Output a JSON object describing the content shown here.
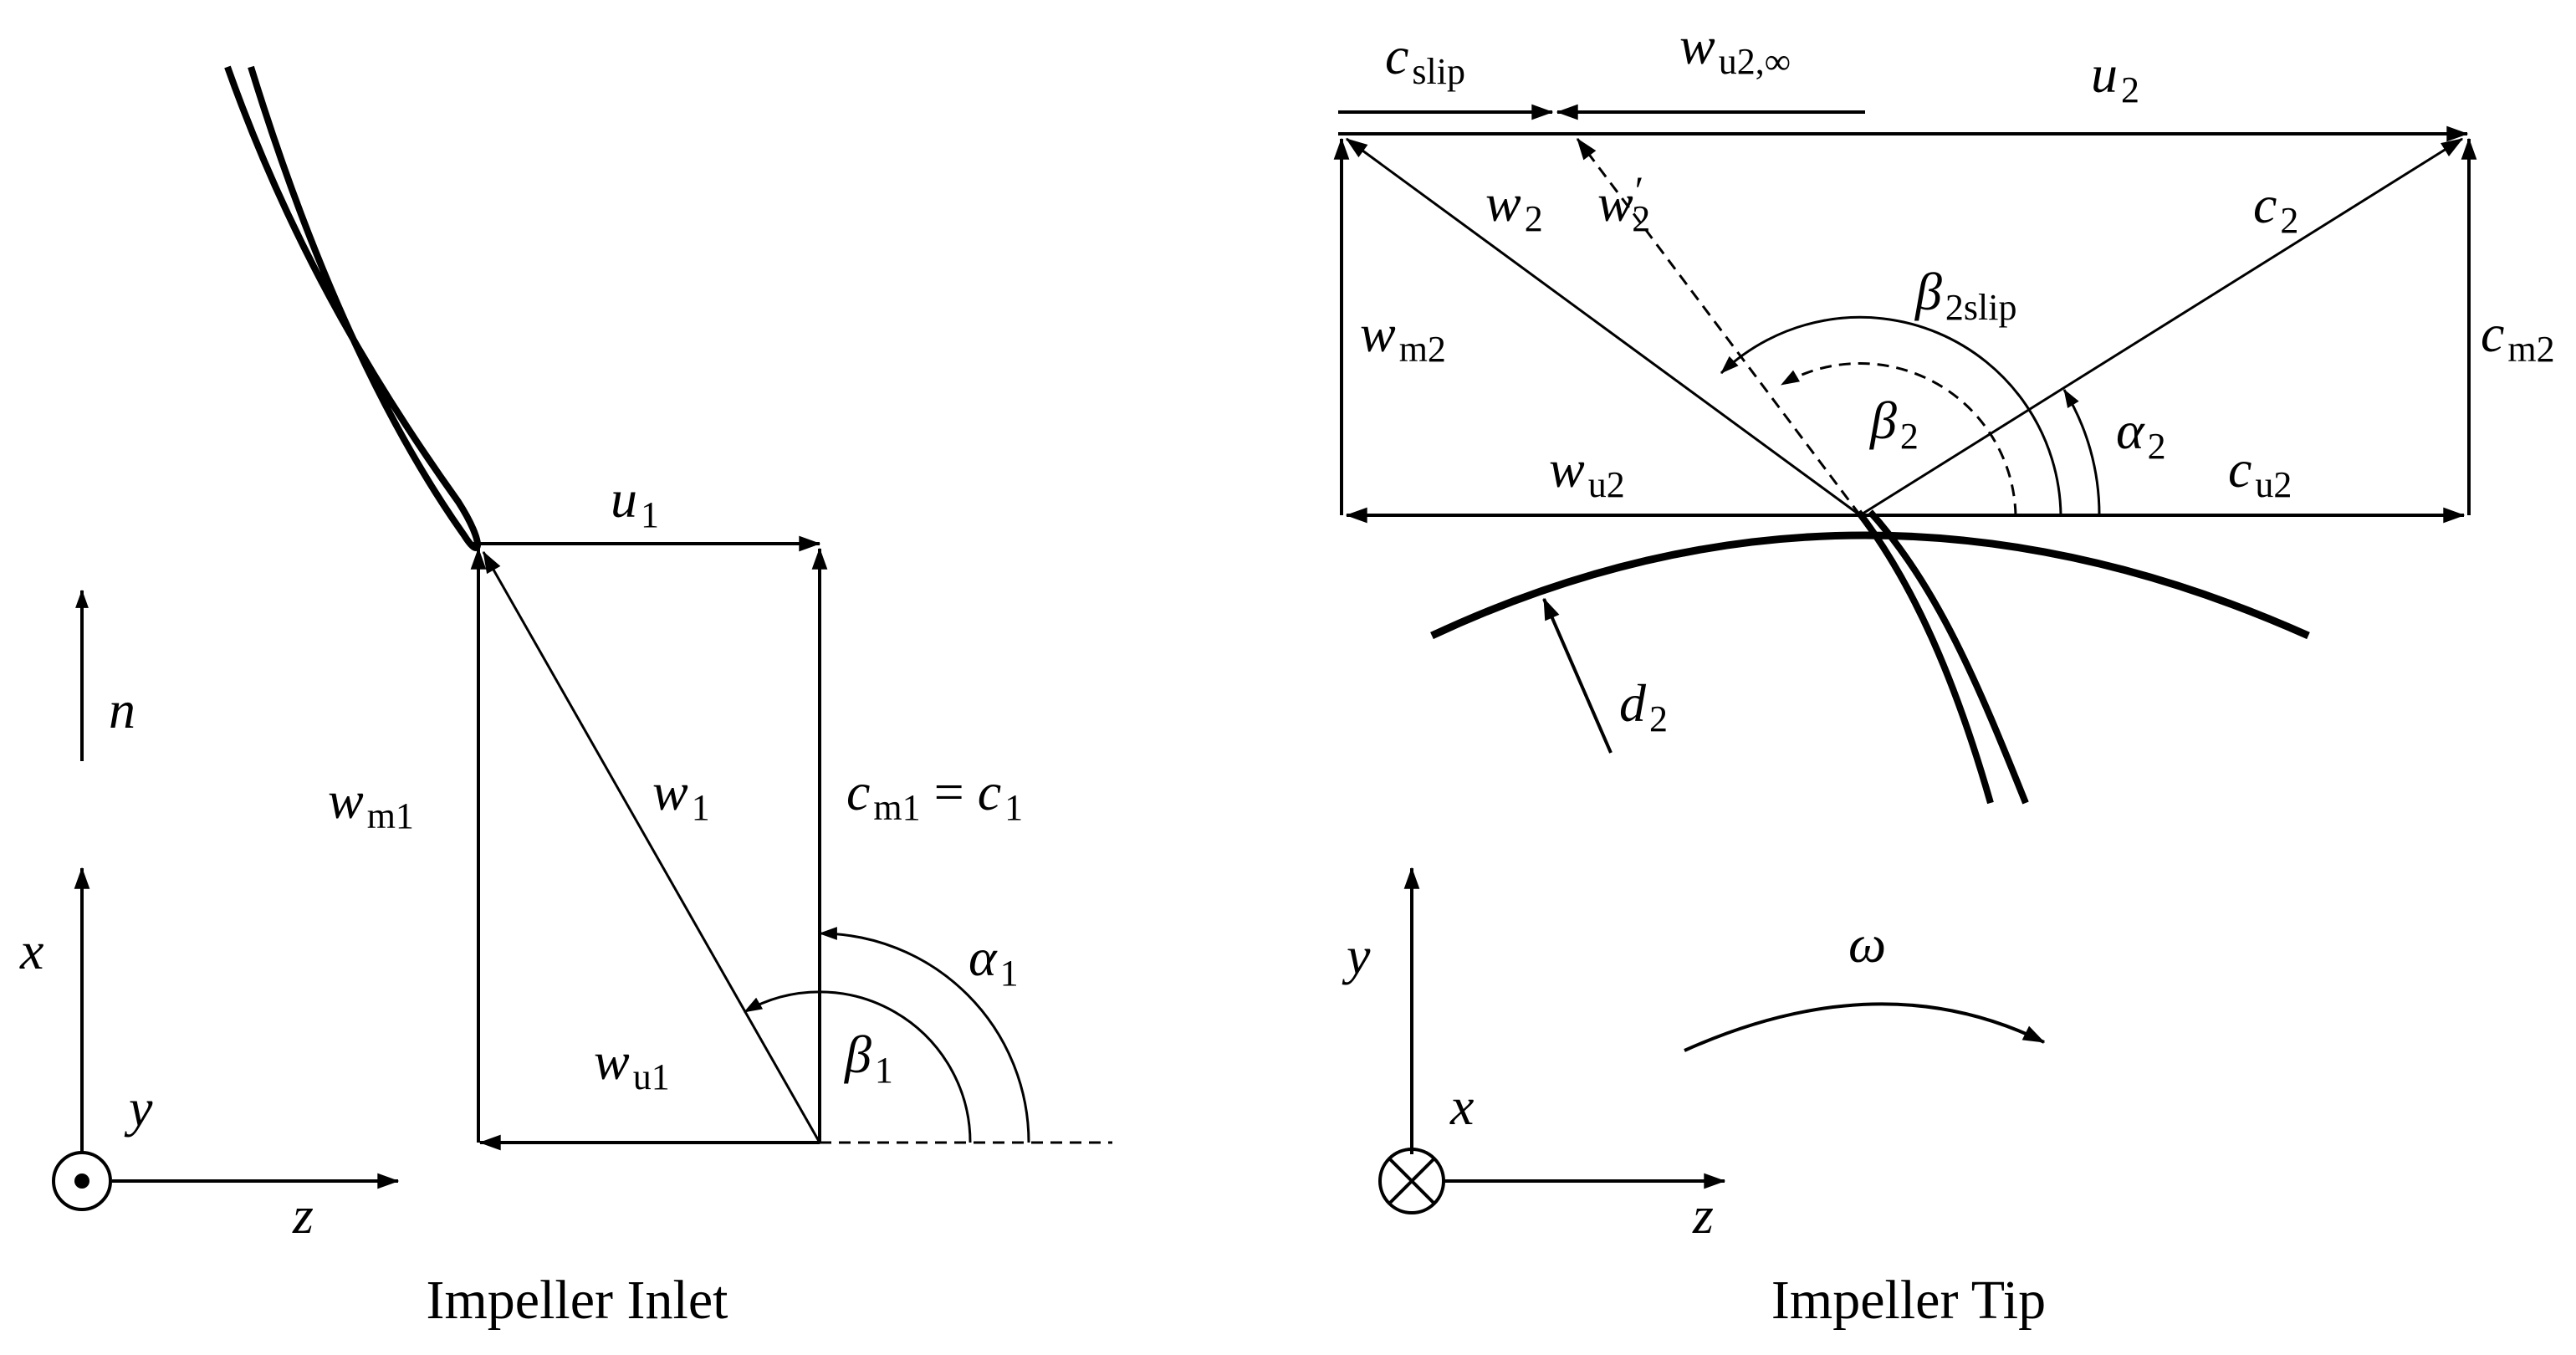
{
  "captions": {
    "inlet": "Impeller Inlet",
    "tip": "Impeller Tip"
  },
  "inlet": {
    "u": {
      "sym": "u",
      "sub": "1"
    },
    "w": {
      "sym": "w",
      "sub": "1"
    },
    "wm": {
      "sym": "w",
      "sub": "m1"
    },
    "wu": {
      "sym": "w",
      "sub": "u1"
    },
    "cm": {
      "sym": "c",
      "sub": "m1",
      "rest": " = ",
      "sym2": "c",
      "sub2": "1"
    },
    "alpha": {
      "sym": "α",
      "sub": "1"
    },
    "beta": {
      "sym": "β",
      "sub": "1"
    },
    "n": "n",
    "axes": {
      "up": "x",
      "out": "y",
      "right": "z"
    }
  },
  "tip": {
    "u": {
      "sym": "u",
      "sub": "2"
    },
    "c": {
      "sym": "c",
      "sub": "2"
    },
    "w": {
      "sym": "w",
      "sub": "2"
    },
    "wprime": {
      "sym": "w",
      "prime": "′",
      "sub": "2"
    },
    "cslip": {
      "sym": "c",
      "sub": "slip"
    },
    "wuinf": {
      "sym": "w",
      "sub": "u2,∞"
    },
    "wm": {
      "sym": "w",
      "sub": "m2"
    },
    "cm": {
      "sym": "c",
      "sub": "m2"
    },
    "wu": {
      "sym": "w",
      "sub": "u2"
    },
    "cu": {
      "sym": "c",
      "sub": "u2"
    },
    "beta": {
      "sym": "β",
      "sub": "2"
    },
    "betaslip": {
      "sym": "β",
      "sub": "2slip"
    },
    "alpha": {
      "sym": "α",
      "sub": "2"
    },
    "d": {
      "sym": "d",
      "sub": "2"
    },
    "omega": "ω",
    "axes": {
      "up": "y",
      "into": "x",
      "right": "z"
    }
  },
  "colors": {
    "ink": "#000000",
    "background": "#ffffff"
  }
}
